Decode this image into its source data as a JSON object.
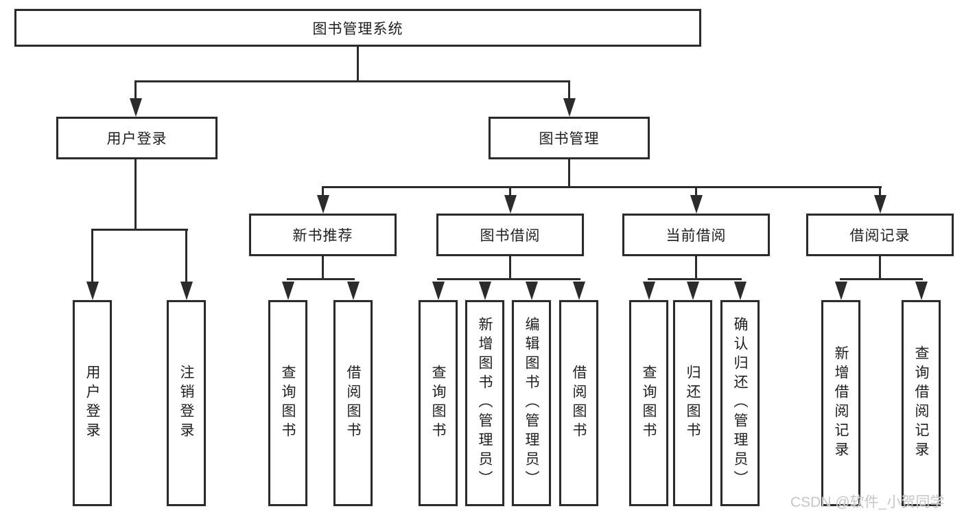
{
  "diagram": {
    "title": "图书管理系统",
    "level2": [
      "用户登录",
      "图书管理"
    ],
    "level3": [
      "新书推荐",
      "图书借阅",
      "当前借阅",
      "借阅记录"
    ],
    "leaves": {
      "user": [
        "用户登录",
        "注销登录"
      ],
      "recommend": [
        "查询图书",
        "借阅图书"
      ],
      "borrow": [
        "查询图书",
        "新增图书（管理员）",
        "编辑图书（管理员）",
        "借阅图书"
      ],
      "current": [
        "查询图书",
        "归还图书",
        "确认归还（管理员）"
      ],
      "records": [
        "新增借阅记录",
        "查询借阅记录"
      ]
    }
  },
  "watermark": "CSDN @软件_小贺同学",
  "colors": {
    "line": "#2b2b2b",
    "text": "#1f1f1f",
    "background": "#ffffff",
    "watermark": "#c6c6c6"
  }
}
